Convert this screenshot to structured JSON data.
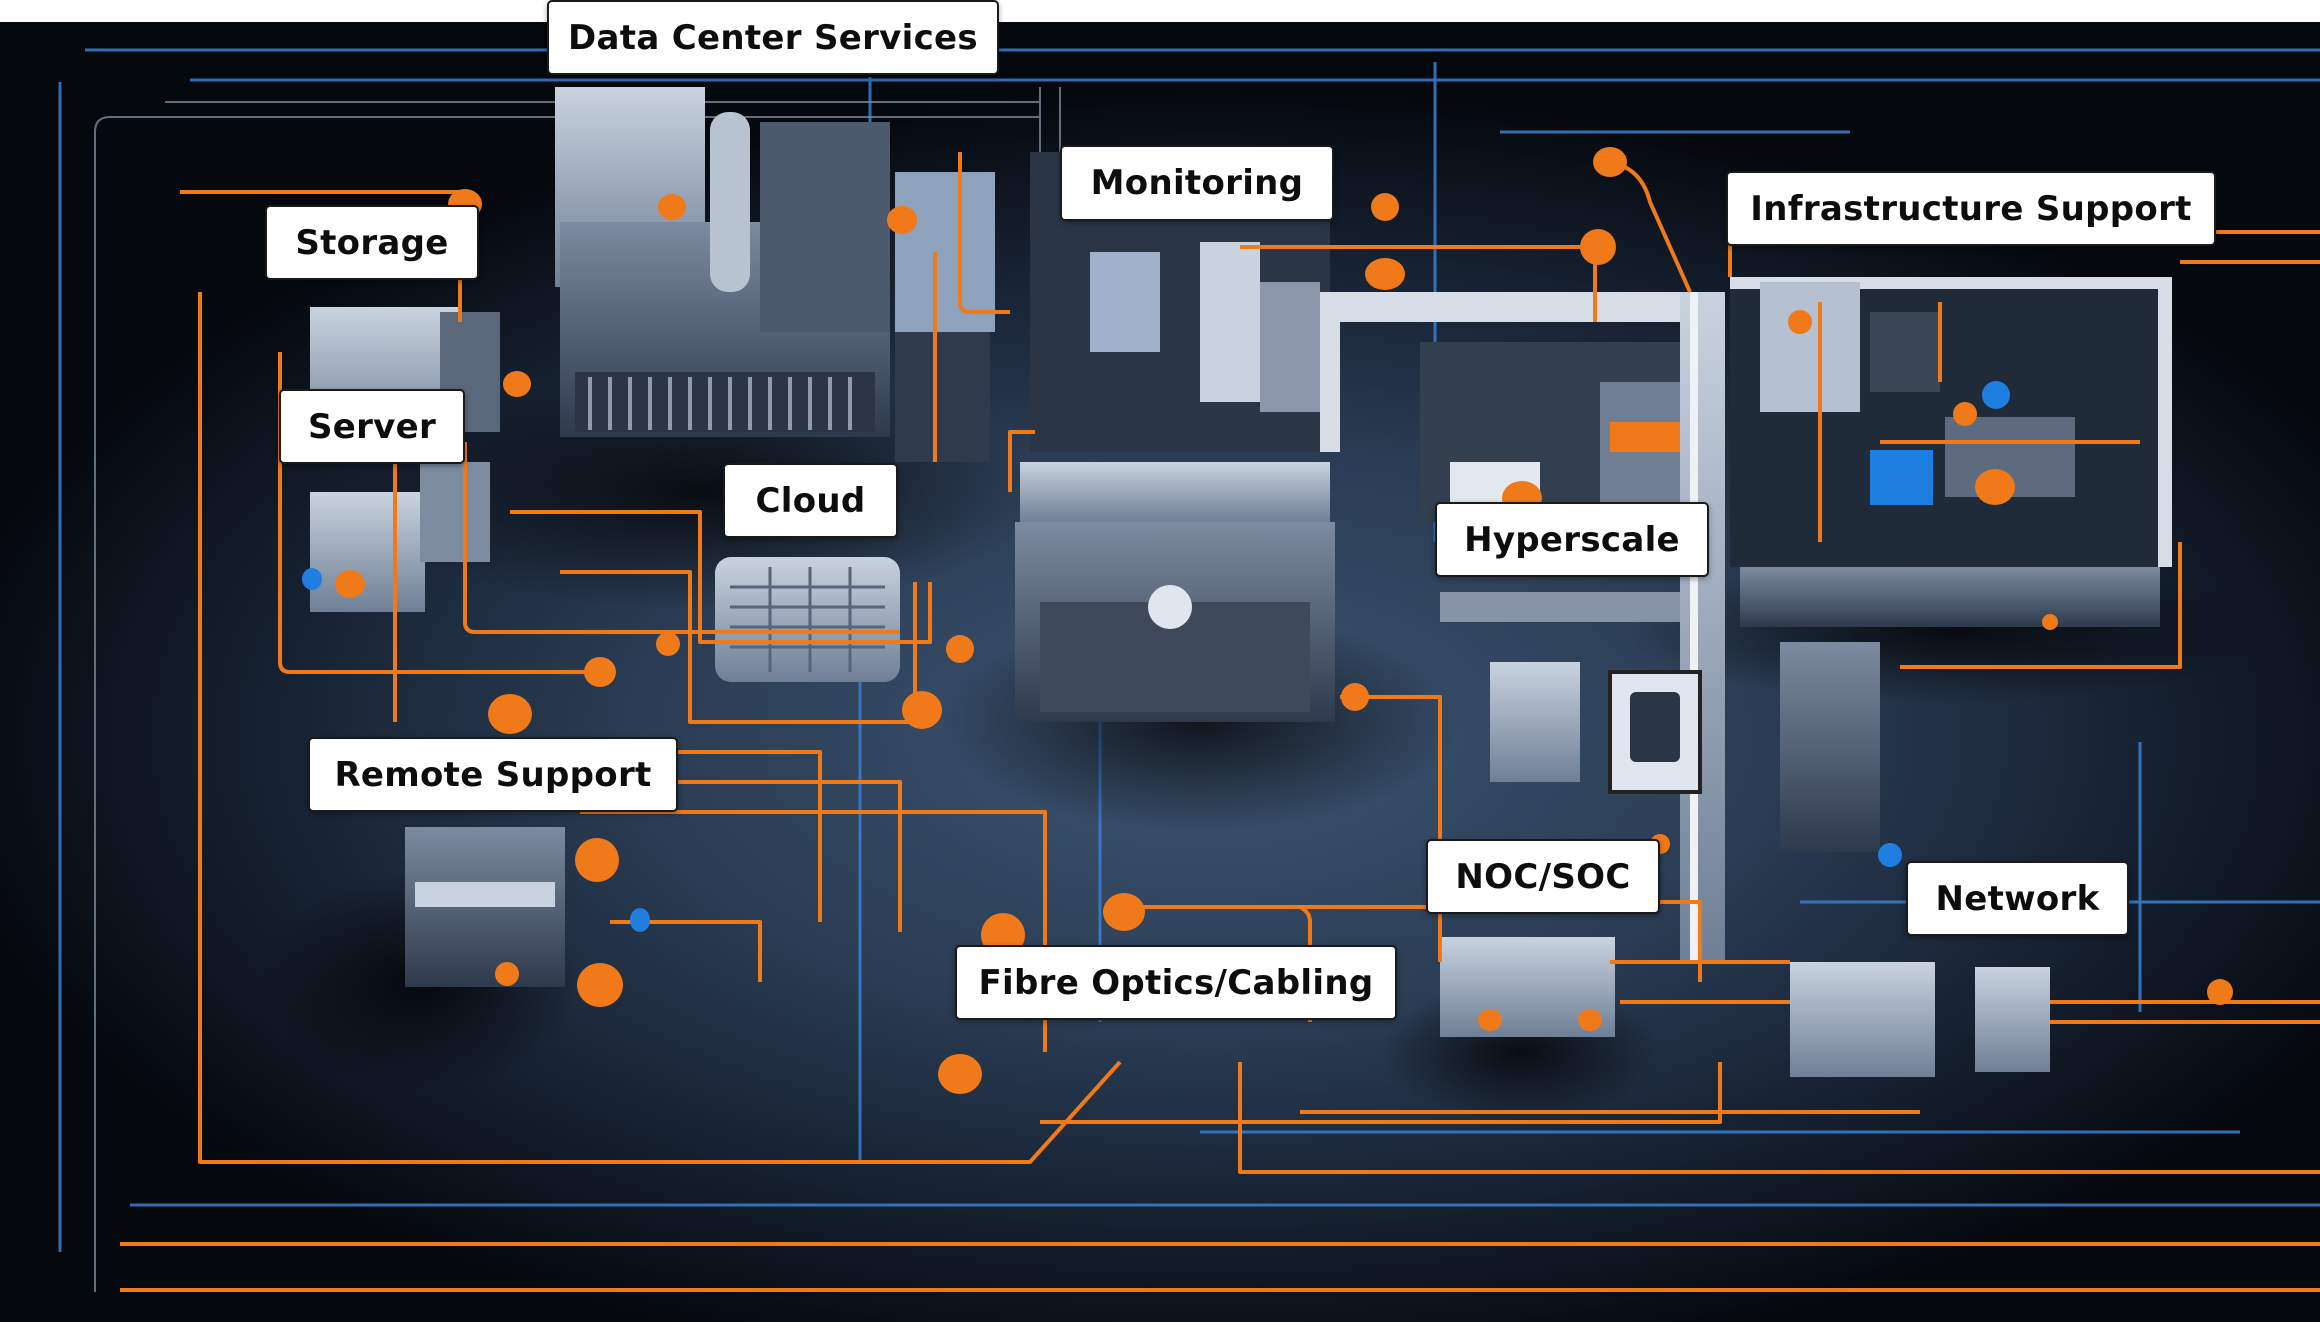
{
  "diagram": {
    "title": "Data Center Services",
    "palette": {
      "background_dark": "#05080d",
      "background_mid": "#2a3c53",
      "background_light": "#3d5470",
      "circuit_orange": "#f07a1a",
      "circuit_blue": "#3b7fd0",
      "machine_gray": "#8e9cb0",
      "machine_light": "#c9d3e0",
      "accent_blue_unit": "#1f7fe0",
      "label_background": "#ffffff",
      "label_text": "#0d0d0d"
    },
    "labels": [
      {
        "id": "data-center-services",
        "text": "Data Center Services"
      },
      {
        "id": "storage",
        "text": "Storage"
      },
      {
        "id": "server",
        "text": "Server"
      },
      {
        "id": "monitoring",
        "text": "Monitoring"
      },
      {
        "id": "infrastructure-support",
        "text": "Infrastructure Support"
      },
      {
        "id": "cloud",
        "text": "Cloud"
      },
      {
        "id": "hyperscale",
        "text": "Hyperscale"
      },
      {
        "id": "remote-support",
        "text": "Remote Support"
      },
      {
        "id": "noc-soc",
        "text": "NOC/SOC"
      },
      {
        "id": "network",
        "text": "Network"
      },
      {
        "id": "fibre-optics-cabling",
        "text": "Fibre Optics/Cabling"
      }
    ]
  }
}
